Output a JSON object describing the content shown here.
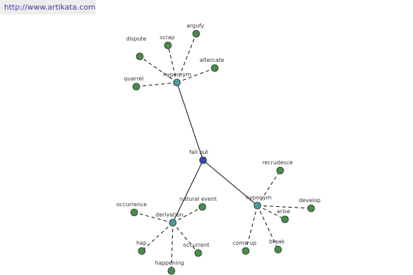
{
  "site": {
    "url": "http://www.artikata.com"
  },
  "colors": {
    "root": "#3b4aa3",
    "hub": "#4f9a9a",
    "leaf": "#4a8c4a"
  },
  "graph": {
    "root": {
      "id": "root",
      "label": "fall out"
    },
    "hubs": [
      {
        "id": "hypernym",
        "label": "hypernym"
      },
      {
        "id": "derivation",
        "label": "derivation"
      },
      {
        "id": "hyponym",
        "label": "hyponym"
      }
    ],
    "leaves": [
      {
        "id": "dispute",
        "label": "dispute",
        "hub": "hypernym"
      },
      {
        "id": "scrap",
        "label": "scrap",
        "hub": "hypernym"
      },
      {
        "id": "argufy",
        "label": "argufy",
        "hub": "hypernym"
      },
      {
        "id": "altercate",
        "label": "altercate",
        "hub": "hypernym"
      },
      {
        "id": "quarrel",
        "label": "quarrel",
        "hub": "hypernym"
      },
      {
        "id": "occurrence",
        "label": "occurrence",
        "hub": "derivation"
      },
      {
        "id": "natural-event",
        "label": "natural event",
        "hub": "derivation"
      },
      {
        "id": "hap",
        "label": "hap",
        "hub": "derivation"
      },
      {
        "id": "occurrent",
        "label": "occurrent",
        "hub": "derivation"
      },
      {
        "id": "happening",
        "label": "happening",
        "hub": "derivation"
      },
      {
        "id": "recrudesce",
        "label": "recrudesce",
        "hub": "hyponym"
      },
      {
        "id": "develop",
        "label": "develop",
        "hub": "hyponym"
      },
      {
        "id": "arise",
        "label": "arise",
        "hub": "hyponym"
      },
      {
        "id": "come-up",
        "label": "come up",
        "hub": "hyponym"
      },
      {
        "id": "break",
        "label": "break",
        "hub": "hyponym"
      }
    ]
  }
}
